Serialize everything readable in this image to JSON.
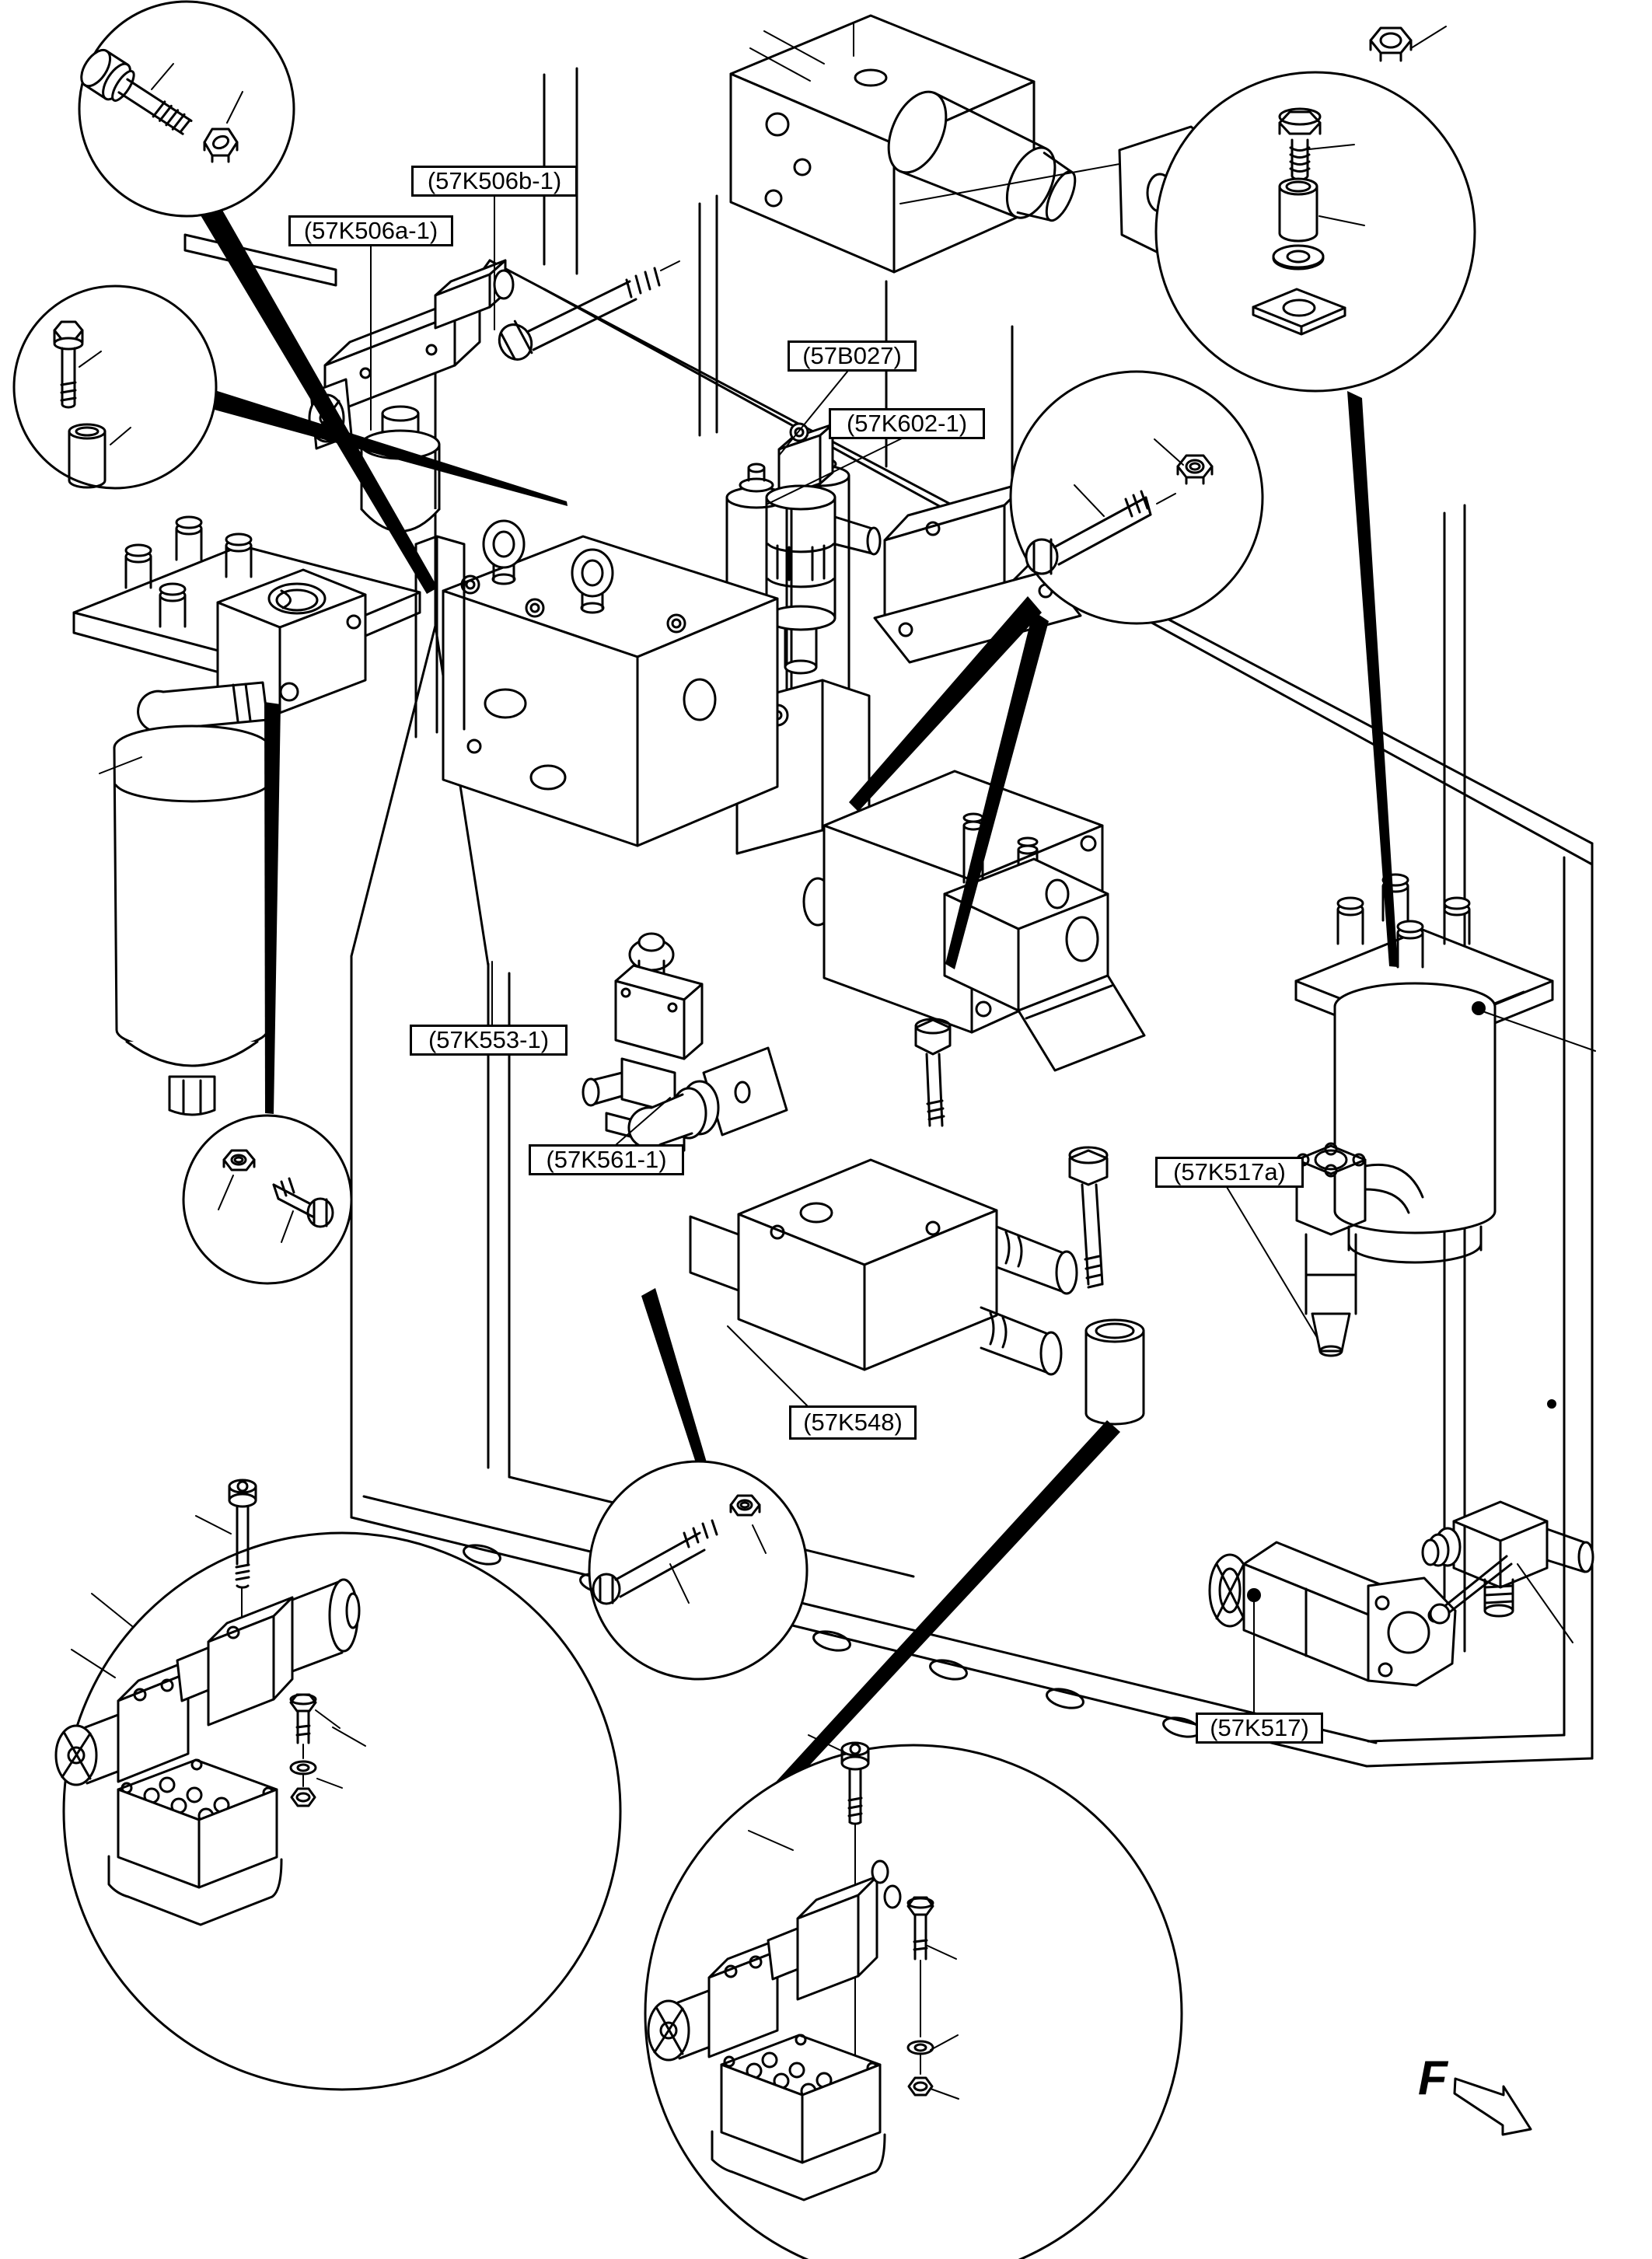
{
  "diagram": {
    "kind": "exploded-parts-diagram",
    "view_marker": "F"
  },
  "labels": [
    {
      "id": "57K506b-1",
      "text": "(57K506b-1)"
    },
    {
      "id": "57K506a-1",
      "text": "(57K506a-1)"
    },
    {
      "id": "57B027",
      "text": "(57B027)"
    },
    {
      "id": "57K602-1",
      "text": "(57K602-1)"
    },
    {
      "id": "57K553-1",
      "text": "(57K553-1)"
    },
    {
      "id": "57K561-1",
      "text": "(57K561-1)"
    },
    {
      "id": "57K548",
      "text": "(57K548)"
    },
    {
      "id": "57K517a",
      "text": "(57K517a)"
    },
    {
      "id": "57K517",
      "text": "(57K517)"
    }
  ]
}
